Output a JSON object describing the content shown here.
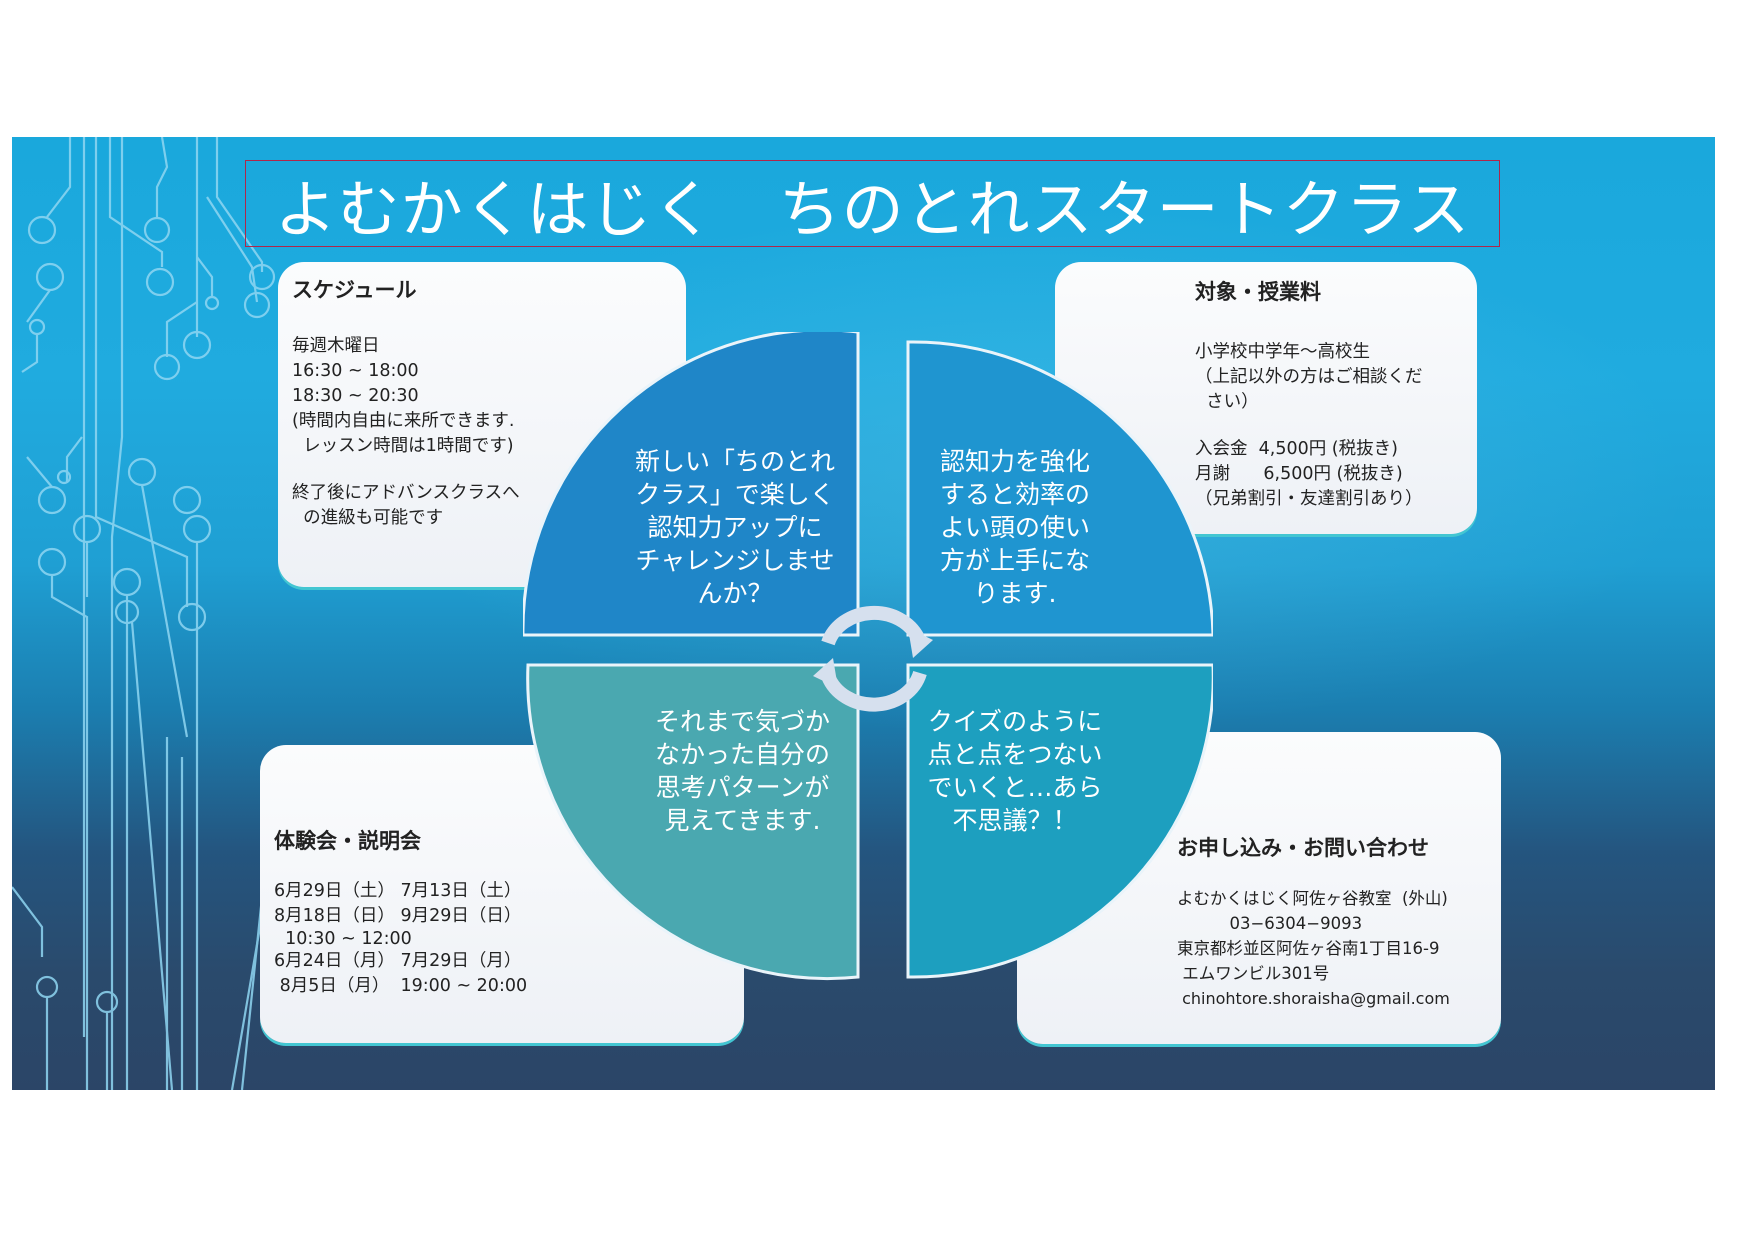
{
  "title": "よむかくはじく　ちのとれスタートクラス",
  "colors": {
    "background_top": "#1aa8dc",
    "background_bottom": "#2b4567",
    "quadrant_top_left": "#1f86c8",
    "quadrant_top_right": "#1f95d0",
    "quadrant_bottom_left": "#4aa8b0",
    "quadrant_bottom_right": "#1d9fbf",
    "title_border": "#b0264a",
    "cycle_arrows": "#d6e0ee"
  },
  "schedule": {
    "heading": "スケジュール",
    "lines": [
      "毎週木曜日",
      "16:30 ~ 18:00",
      "18:30 ~ 20:30",
      "(時間内自由に来所できます.",
      "  レッスン時間は1時間です)"
    ],
    "note_lines": [
      "終了後にアドバンスクラスへ",
      "  の進級も可能です"
    ]
  },
  "fee": {
    "heading": "対象・授業料",
    "target_lines": [
      "小学校中学年～高校生",
      "（上記以外の方はご相談くだ",
      "  さい）"
    ],
    "fee_lines": [
      "入会金  4,500円 (税抜き)",
      "月謝      6,500円 (税抜き)",
      "（兄弟割引・友達割引あり）"
    ]
  },
  "trial": {
    "heading": "体験会・説明会",
    "lines": [
      "6月29日（土） 7月13日（土）",
      "8月18日（日） 9月29日（日）",
      "  10:30 ~ 12:00",
      "6月24日（月） 7月29日（月）",
      " 8月5日（月）  19:00 ~ 20:00"
    ]
  },
  "contact": {
    "heading": "お申し込み・お問い合わせ",
    "lines": [
      "よむかくはじく阿佐ヶ谷教室  (外山)",
      "          03−6304−9093",
      "東京都杉並区阿佐ヶ谷南1丁目16-9",
      " エムワンビル301号",
      " chinohtore.shoraisha@gmail.com"
    ]
  },
  "cycle": {
    "icon": "cycle-arrows-icon",
    "quadrants": [
      {
        "text": "新しい「ちのとれ\nクラス」で楽しく\n認知力アップに\nチャレンジしませ\nんか？"
      },
      {
        "text": "認知力を強化\nすると効率の\nよい頭の使い\n方が上手にな\nります."
      },
      {
        "text": "それまで気づか\nなかった自分の\n思考パターンが\n見えてきます."
      },
      {
        "text": "クイズのように\n点と点をつない\nでいくと…あら\n不思議？！"
      }
    ]
  }
}
